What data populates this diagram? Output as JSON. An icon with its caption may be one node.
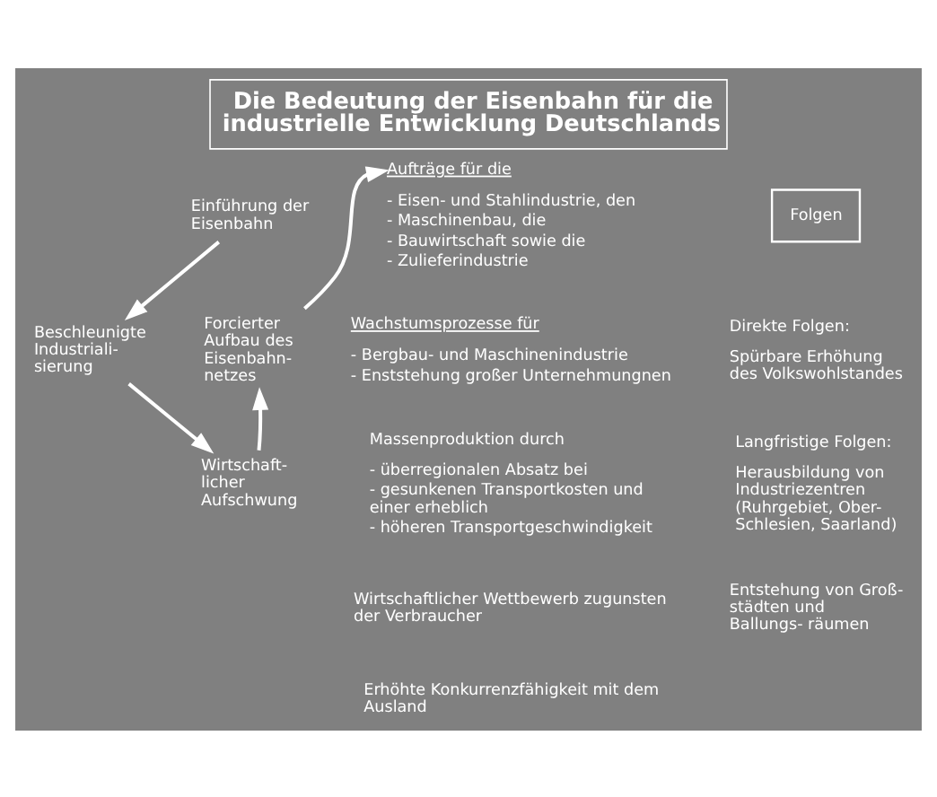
{
  "diagram": {
    "title": "Die Bedeutung der Eisenbahn für die industrielle Entwicklung Deutschlands",
    "nodes": [
      {
        "text": [
          "Einführung der Eisenbahn"
        ]
      },
      {
        "text": [
          "Forcierter Aufbau des Eisenbahn- netzes"
        ]
      },
      {
        "text": [
          "Beschleunigte Industriali- sierung"
        ]
      },
      {
        "text": [
          "Wirtschaft- licher Aufschwung"
        ]
      },
      {
        "text": [
          "Aufträge für die",
          "- Eisen- und Stahlindustrie, den",
          "- Maschinenbau, die",
          "- Bauwirtschaft sowie die",
          "- Zulieferindustrie"
        ]
      },
      {
        "text": [
          "Folgen"
        ]
      }
    ],
    "edges": [
      {
        "from": 0,
        "to": 2,
        "arrow": "to"
      },
      {
        "from": 2,
        "to": 3,
        "arrow": "to"
      },
      {
        "from": 3,
        "to": 1,
        "arrow": "to"
      },
      {
        "from": 1,
        "to": 4,
        "arrow": "to"
      }
    ],
    "labels": [
      "Wachstumsprozesse für",
      "- Bergbau- und Maschinenindustrie",
      "- Enststehung großer Unternehmungnen",
      "Massenproduktion durch",
      "- überregionalen Absatz bei",
      "- gesunkenen Transportkosten und einer erheblich",
      "- höheren Transportgeschwindigkeit",
      "Wirtschaftlicher Wettbewerb zugunsten der Verbraucher",
      "Erhöhte Konkurrenzfähigkeit mit dem Ausland",
      "Direkte Folgen:",
      "Spürbare Erhöhung des Volkswohlstandes",
      "Langfristige Folgen:",
      "Herausbildung von Industriezentren (Ruhrgebiet, Ober- Schlesien, Saarland)",
      "Entstehung von Groß- städten und Ballungs- räumen"
    ]
  }
}
